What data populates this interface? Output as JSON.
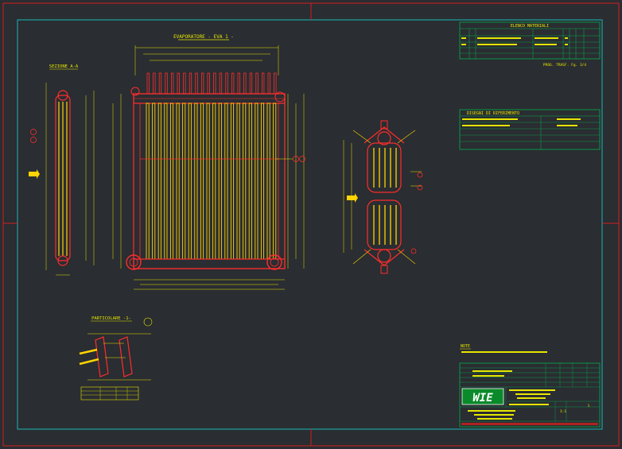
{
  "colors": {
    "background": "#2a2d31",
    "frame_outer": "#d21f1f",
    "frame_inner": "#18b7b7",
    "panel": "#ff2d2d",
    "tube": "#ffd400",
    "annotation": "#e6e600",
    "table": "#00b050",
    "logo_bg": "#0a8a2a"
  },
  "views": {
    "evaporator_title": "EVAPORATORE - EVA 1 -",
    "section_title": "SEZIONE A-A",
    "detail_title": "PARTICOLARE -1-"
  },
  "materials_table": {
    "title": "ELENCO MATERIALI",
    "ref_note": "PROG. TRASF. Fg. 3/4"
  },
  "reference_table": {
    "title": "DISEGNI DI RIFERIMENTO"
  },
  "notes": {
    "title": "NOTE"
  },
  "title_block": {
    "logo": "WIE",
    "scale": "1:1",
    "sheet": "1"
  }
}
